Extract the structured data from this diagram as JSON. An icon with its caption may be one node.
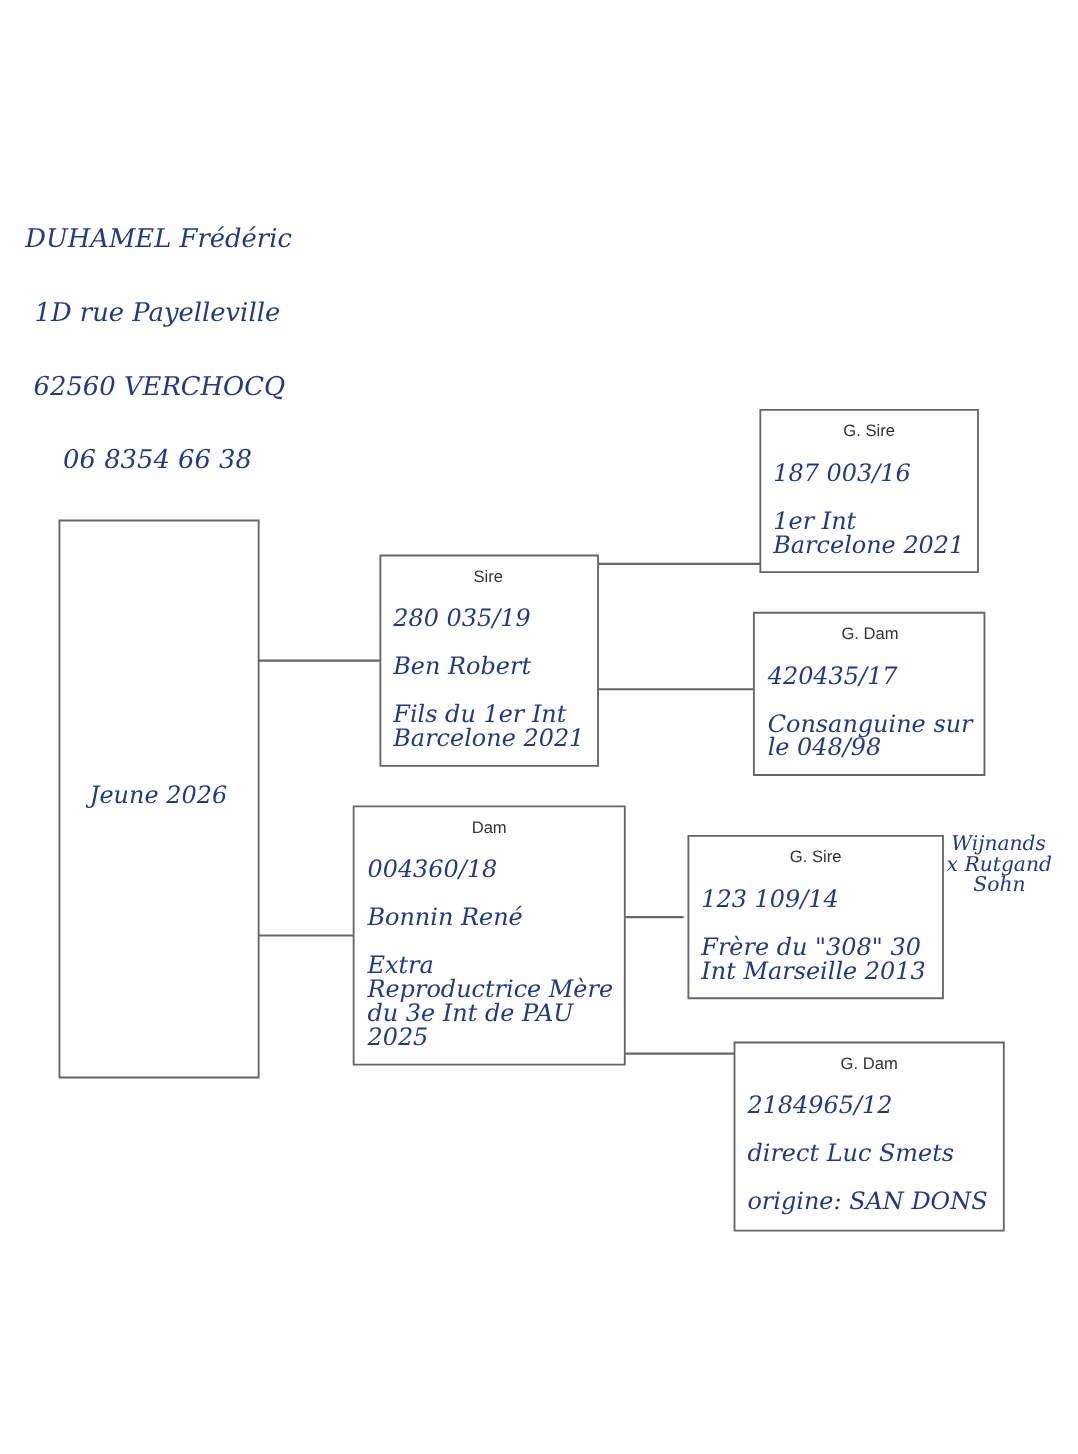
{
  "diagram": {
    "nodes": [
      {
        "text": [
          "Jeune 2026"
        ]
      },
      {
        "text": [
          "Sire",
          "280 035/19",
          "Ben Robert",
          "Fils du 1er Int Barcelone 2021"
        ]
      },
      {
        "text": [
          "G. Sire",
          "187 003/16",
          "1er Int Barcelone 2021"
        ]
      },
      {
        "text": [
          "G. Dam",
          "420435/17",
          "Consanguine sur le 048/98"
        ]
      },
      {
        "text": [
          "Dam",
          "004360/18",
          "Bonnin René",
          "Extra Reproductrice Mère du 3e Int de PAU 2025"
        ]
      },
      {
        "text": [
          "G. Sire",
          "123 109/14",
          "Frère du \"308\" 30 Int Marseille 2013"
        ],
        "beside": [
          "Wijnands x Rutgand Sohn"
        ]
      },
      {
        "text": [
          "G. Dam",
          "2184965/12",
          "direct Luc Smets",
          "origine: SAN DONS"
        ]
      }
    ],
    "edges": [
      {
        "from": 0,
        "to": 1,
        "arrow": "none"
      },
      {
        "from": 0,
        "to": 4,
        "arrow": "none"
      },
      {
        "from": 1,
        "to": 2,
        "arrow": "none"
      },
      {
        "from": 1,
        "to": 3,
        "arrow": "none"
      },
      {
        "from": 4,
        "to": 5,
        "arrow": "none"
      },
      {
        "from": 4,
        "to": 6,
        "arrow": "none"
      }
    ],
    "labels": [
      "DUHAMEL Frédéric",
      "1D rue Payelleville",
      "62560 VERCHOCQ",
      "06 8354 66 38"
    ]
  }
}
